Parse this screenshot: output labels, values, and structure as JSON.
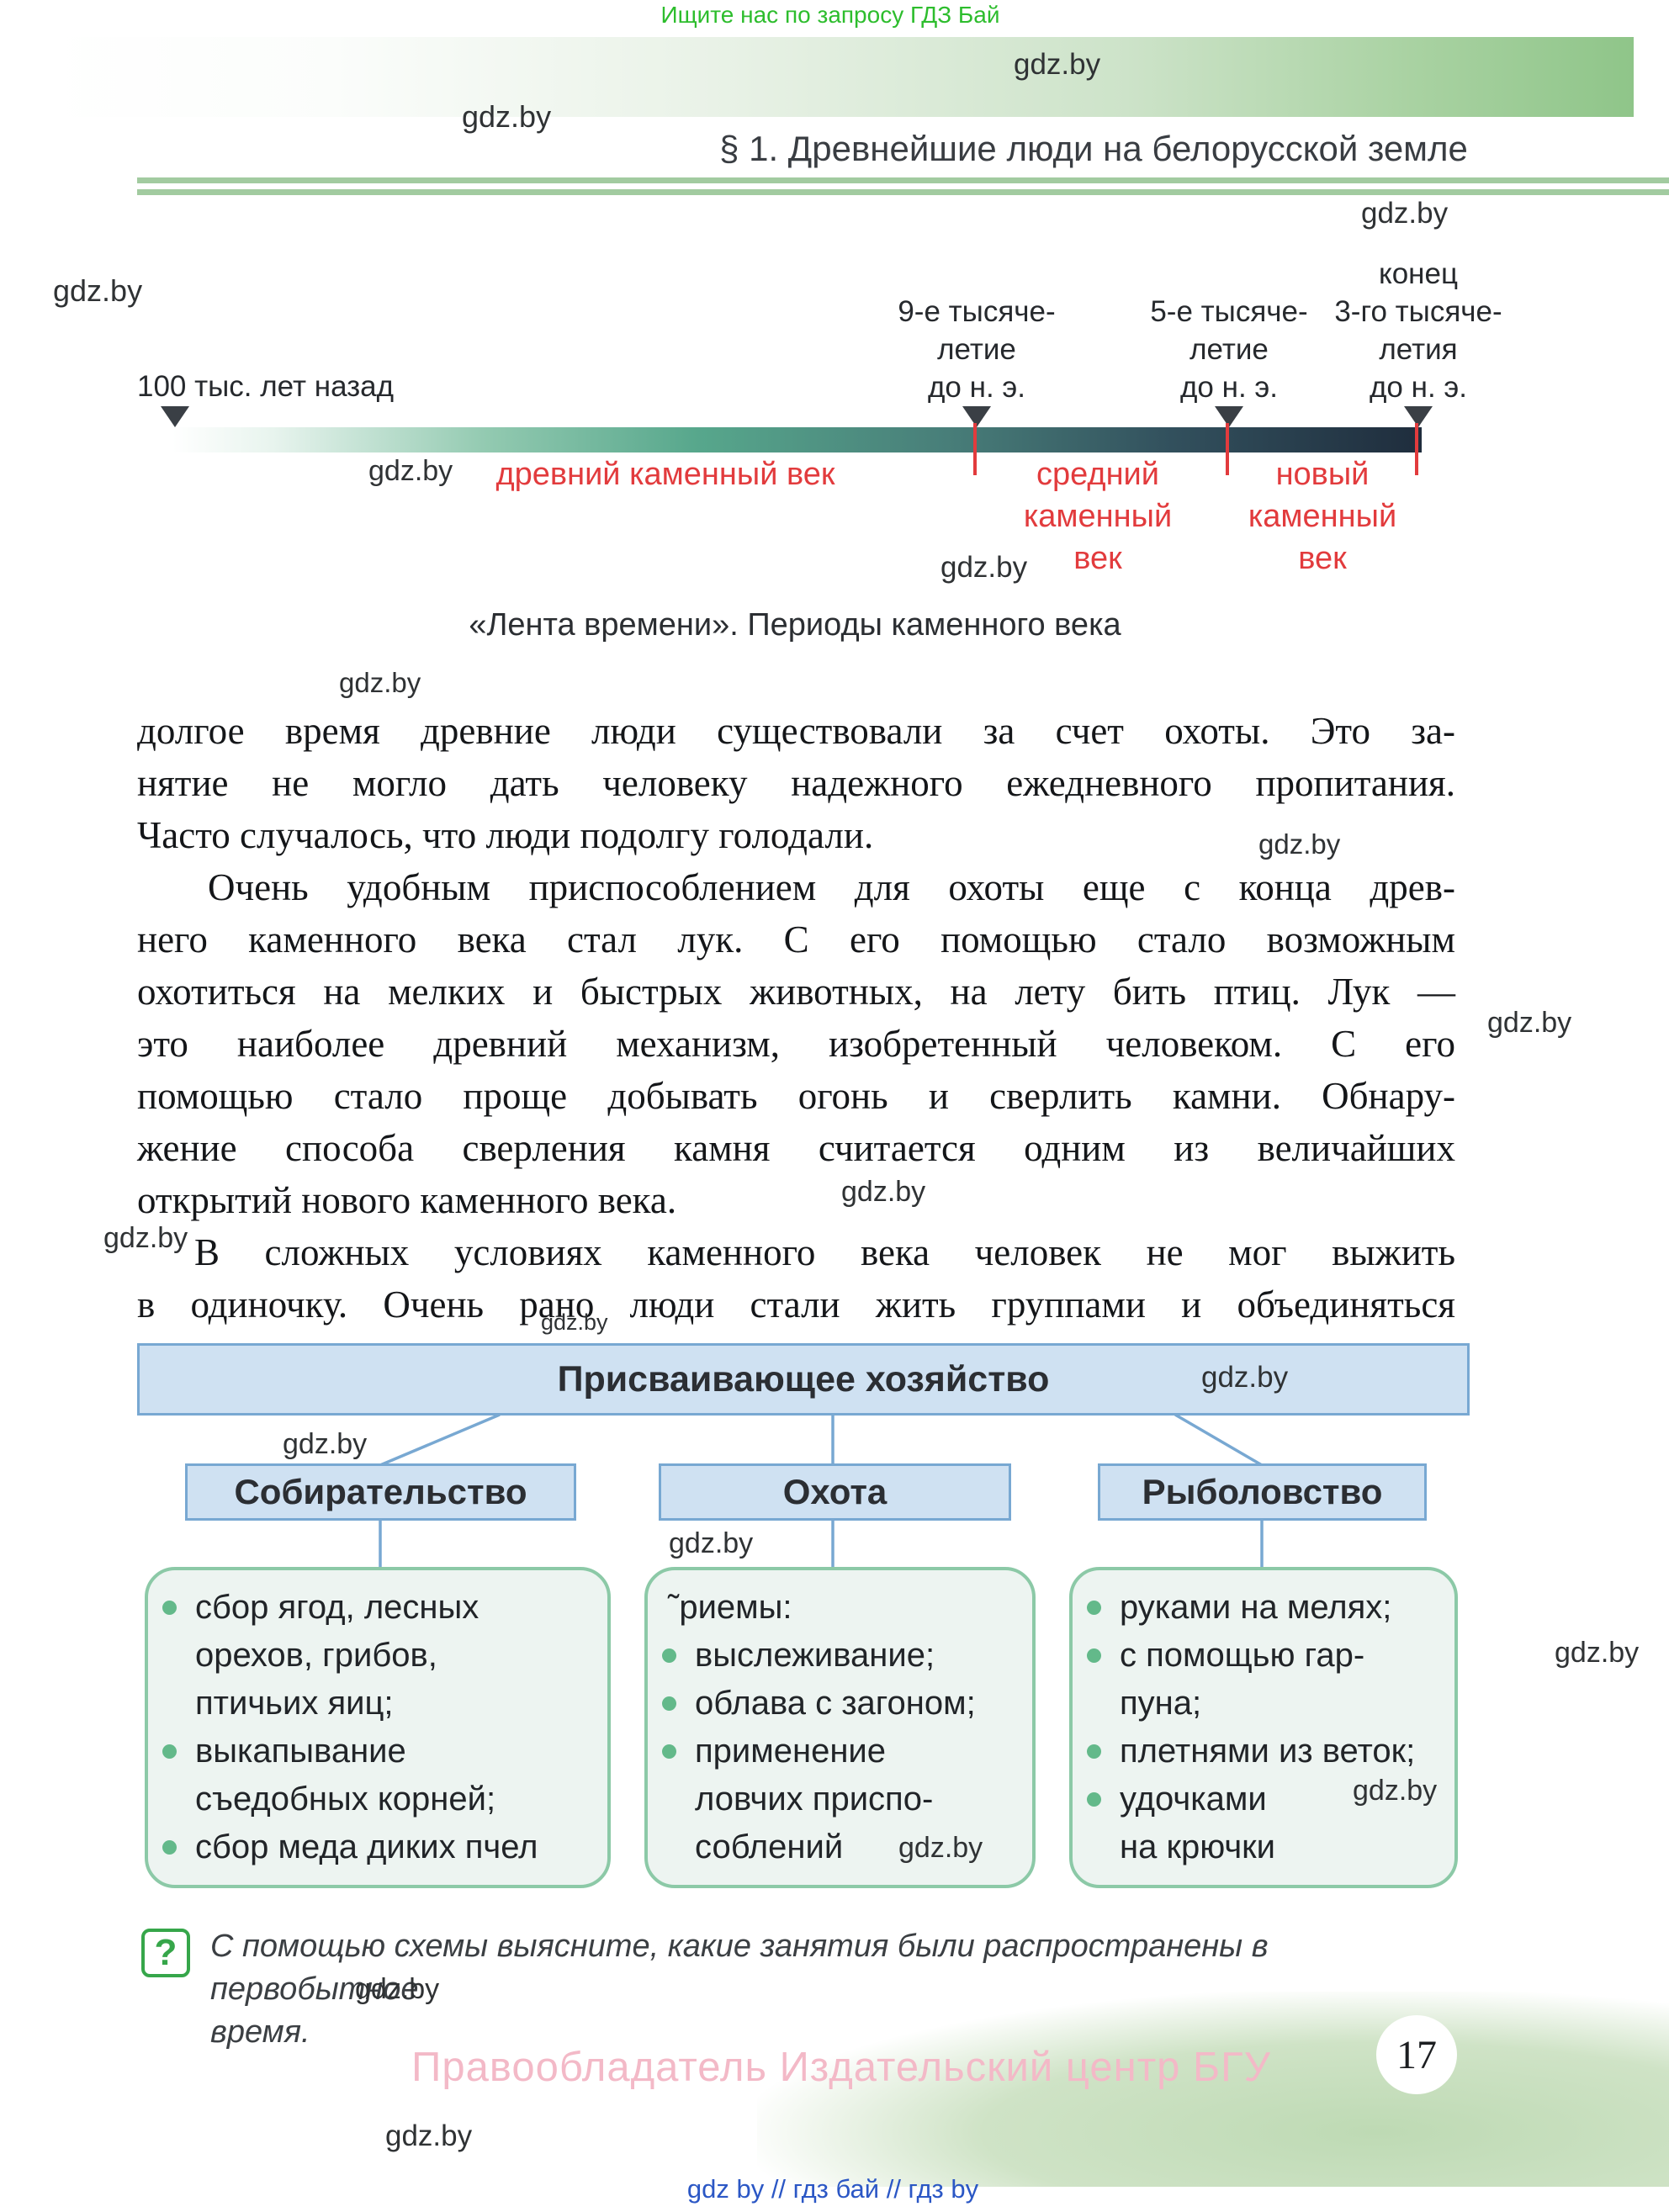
{
  "page": {
    "promo": "Ищите нас по запросу ГДЗ Бай",
    "title": "§ 1. Древнейшие люди на белорусской земле",
    "page_number": "17",
    "copyright": "Правообладатель Издательский центр БГУ",
    "footer_links": "gdz by  //  гдз бай  //  гдз by"
  },
  "watermark": {
    "label": "gdz.by"
  },
  "timeline": {
    "start_label": "100 тыс. лет назад",
    "markers": [
      {
        "lines": [
          "9-е тысяче-",
          "летие",
          "до н. э."
        ]
      },
      {
        "lines": [
          "5-е тысяче-",
          "летие",
          "до н. э."
        ]
      },
      {
        "lines": [
          "конец",
          "3-го тысяче-",
          "летия",
          "до н. э."
        ]
      }
    ],
    "periods": [
      {
        "lines": [
          "древний каменный век"
        ]
      },
      {
        "lines": [
          "средний",
          "каменный",
          "век"
        ]
      },
      {
        "lines": [
          "новый",
          "каменный",
          "век"
        ]
      }
    ],
    "caption": "«Лента времени». Периоды каменного века"
  },
  "body": {
    "paragraphs": [
      {
        "lines": [
          "долгое время древние люди существовали за счет охоты. Это за-",
          "нятие не могло дать человеку надежного ежедневного пропитания.",
          "Часто случалось, что люди подолгу голодали."
        ]
      },
      {
        "lines": [
          "Очень удобным приспособлением для охоты еще с конца древ-",
          "него каменного века стал лук. С его помощью стало возможным",
          "охотиться на мелких и быстрых животных, на лету бить птиц. Лук —",
          "это наиболее древний механизм, изобретенный человеком. С его",
          "помощью стало проще добывать огонь и сверлить камни. Обнару-",
          "жение способа сверления камня считается одним из величайших",
          "открытий нового каменного века."
        ]
      },
      {
        "lines": [
          "В сложных условиях каменного века человек не мог выжить",
          "в одиночку. Очень рано люди стали жить группами и объединяться"
        ]
      }
    ]
  },
  "diagram": {
    "root": "Присваивающее хозяйство",
    "branches": [
      {
        "title": "Собирательство",
        "items": [
          {
            "lines": [
              "сбор ягод, лесных",
              "орехов, грибов,",
              "птичьих яиц;"
            ]
          },
          {
            "lines": [
              "выкапывание",
              "съедобных корней;"
            ]
          },
          {
            "lines": [
              "сбор меда диких пчел"
            ]
          }
        ]
      },
      {
        "title": "Охота",
        "header": "˜риемы:",
        "items": [
          {
            "lines": [
              "выслеживание;"
            ]
          },
          {
            "lines": [
              "облава с загоном;"
            ]
          },
          {
            "lines": [
              "применение",
              "ловчих приспо-",
              "соблений"
            ]
          }
        ]
      },
      {
        "title": "Рыболовство",
        "items": [
          {
            "lines": [
              "руками на мелях;"
            ]
          },
          {
            "lines": [
              "с помощью гар-",
              "пуна;"
            ]
          },
          {
            "lines": [
              "плетнями из веток;"
            ]
          },
          {
            "lines": [
              "удочками",
              "на крючки"
            ]
          }
        ]
      }
    ]
  },
  "question": {
    "icon": "?",
    "lines": [
      "С помощью схемы выясните, какие занятия были распространены в первобытное",
      "время."
    ]
  },
  "colors": {
    "promo_green": "#2dbd2d",
    "banner_green": "#8fc589",
    "rule_green": "#a2cba0",
    "timeline_red": "#e23b3d",
    "timeline_bar_dark": "#1f2d3d",
    "box_blue_fill": "#cfe1f2",
    "box_blue_border": "#78a8d2",
    "box_green_border": "#8cc9a7",
    "box_green_fill": "#edf4f1",
    "bullet_green": "#63b98a",
    "question_green": "#36a64a",
    "copyright_pink": "#f3b9c7",
    "link_blue": "#2b57c5"
  }
}
